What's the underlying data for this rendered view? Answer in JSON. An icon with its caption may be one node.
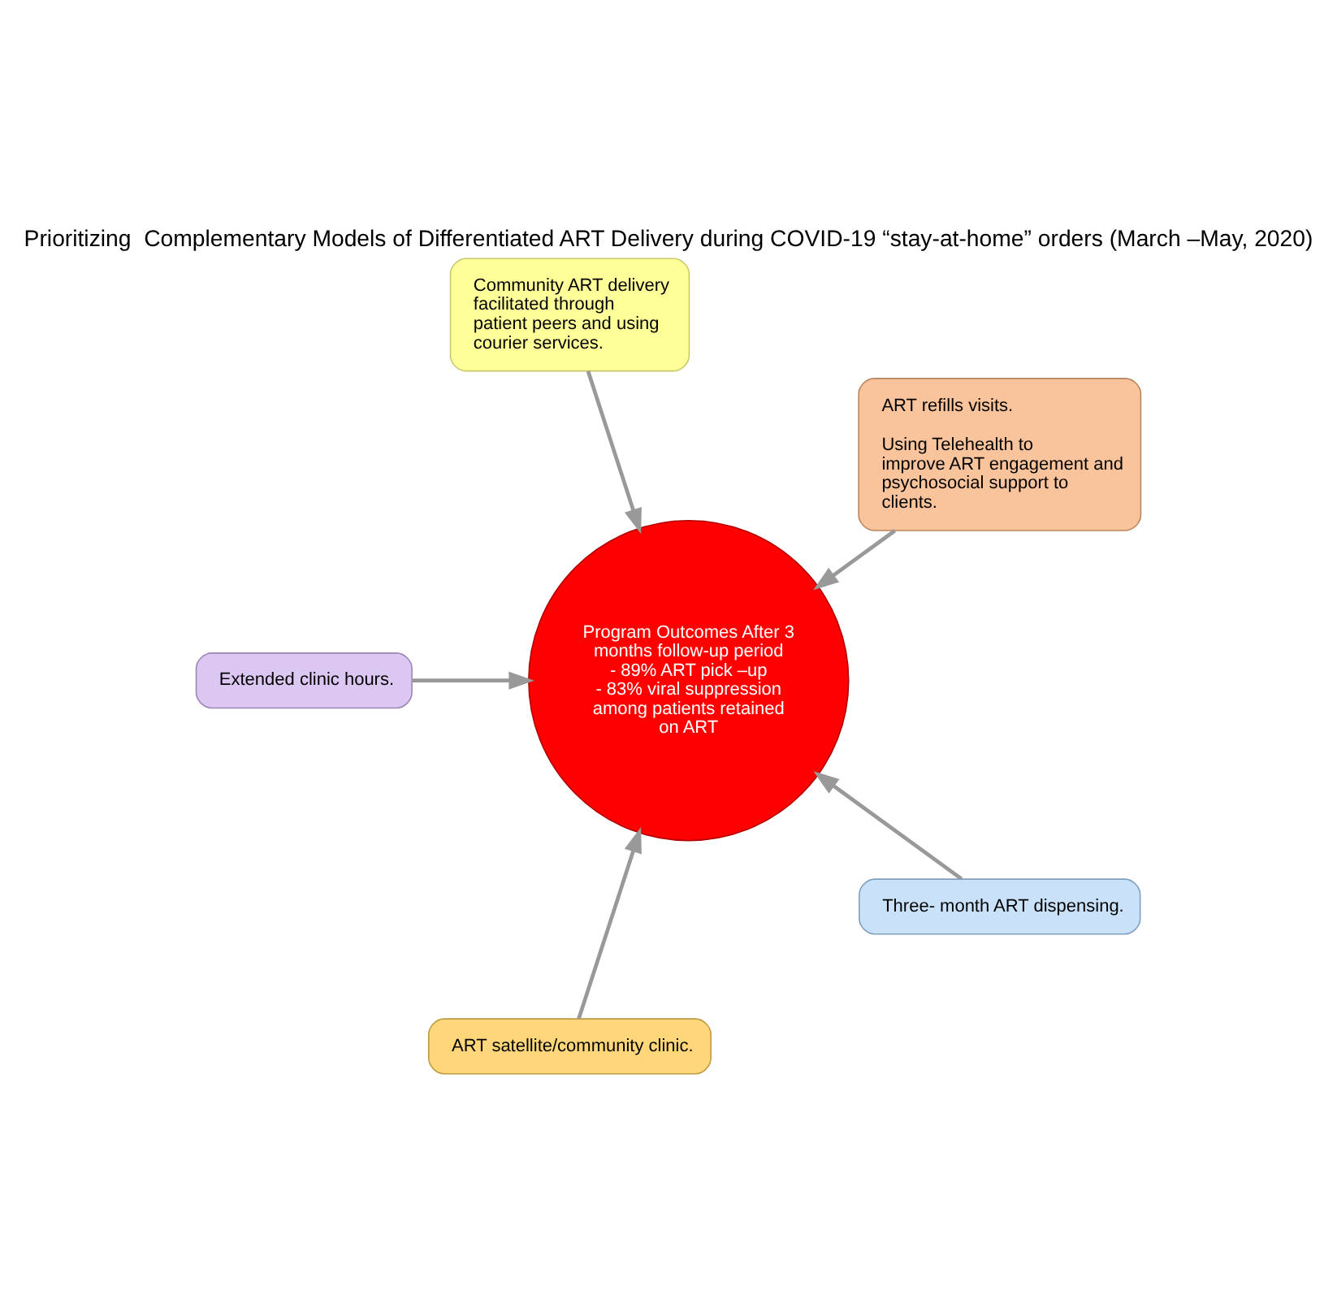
{
  "diagram": {
    "title": "Prioritizing  Complementary Models of Differentiated ART Delivery during COVID-19 “stay-at-home” orders (March –May, 2020)",
    "nodes": [
      {
        "text": [
          "ART refills visits.",
          "Using Telehealth to improve ART engagement and psychosocial support to clients."
        ]
      },
      {
        "text": [
          "Community ART delivery facilitated through patient peers and using courier services."
        ]
      },
      {
        "text": [
          "Extended clinic hours."
        ]
      },
      {
        "text": [
          "Program Outcomes After 3 months follow-up period",
          "- 89% ART pick –up",
          "- 83% viral suppression among patients retained on ART"
        ]
      },
      {
        "text": [
          "ART satellite/community clinic."
        ]
      },
      {
        "text": [
          "Three- month ART dispensing."
        ]
      }
    ],
    "edges": [
      {
        "from": 0,
        "to": 3,
        "arrow": "to"
      },
      {
        "from": 1,
        "to": 3,
        "arrow": "to"
      },
      {
        "from": 2,
        "to": 3,
        "arrow": "to"
      },
      {
        "from": 4,
        "to": 3,
        "arrow": "to"
      },
      {
        "from": 5,
        "to": 3,
        "arrow": "to"
      }
    ]
  }
}
